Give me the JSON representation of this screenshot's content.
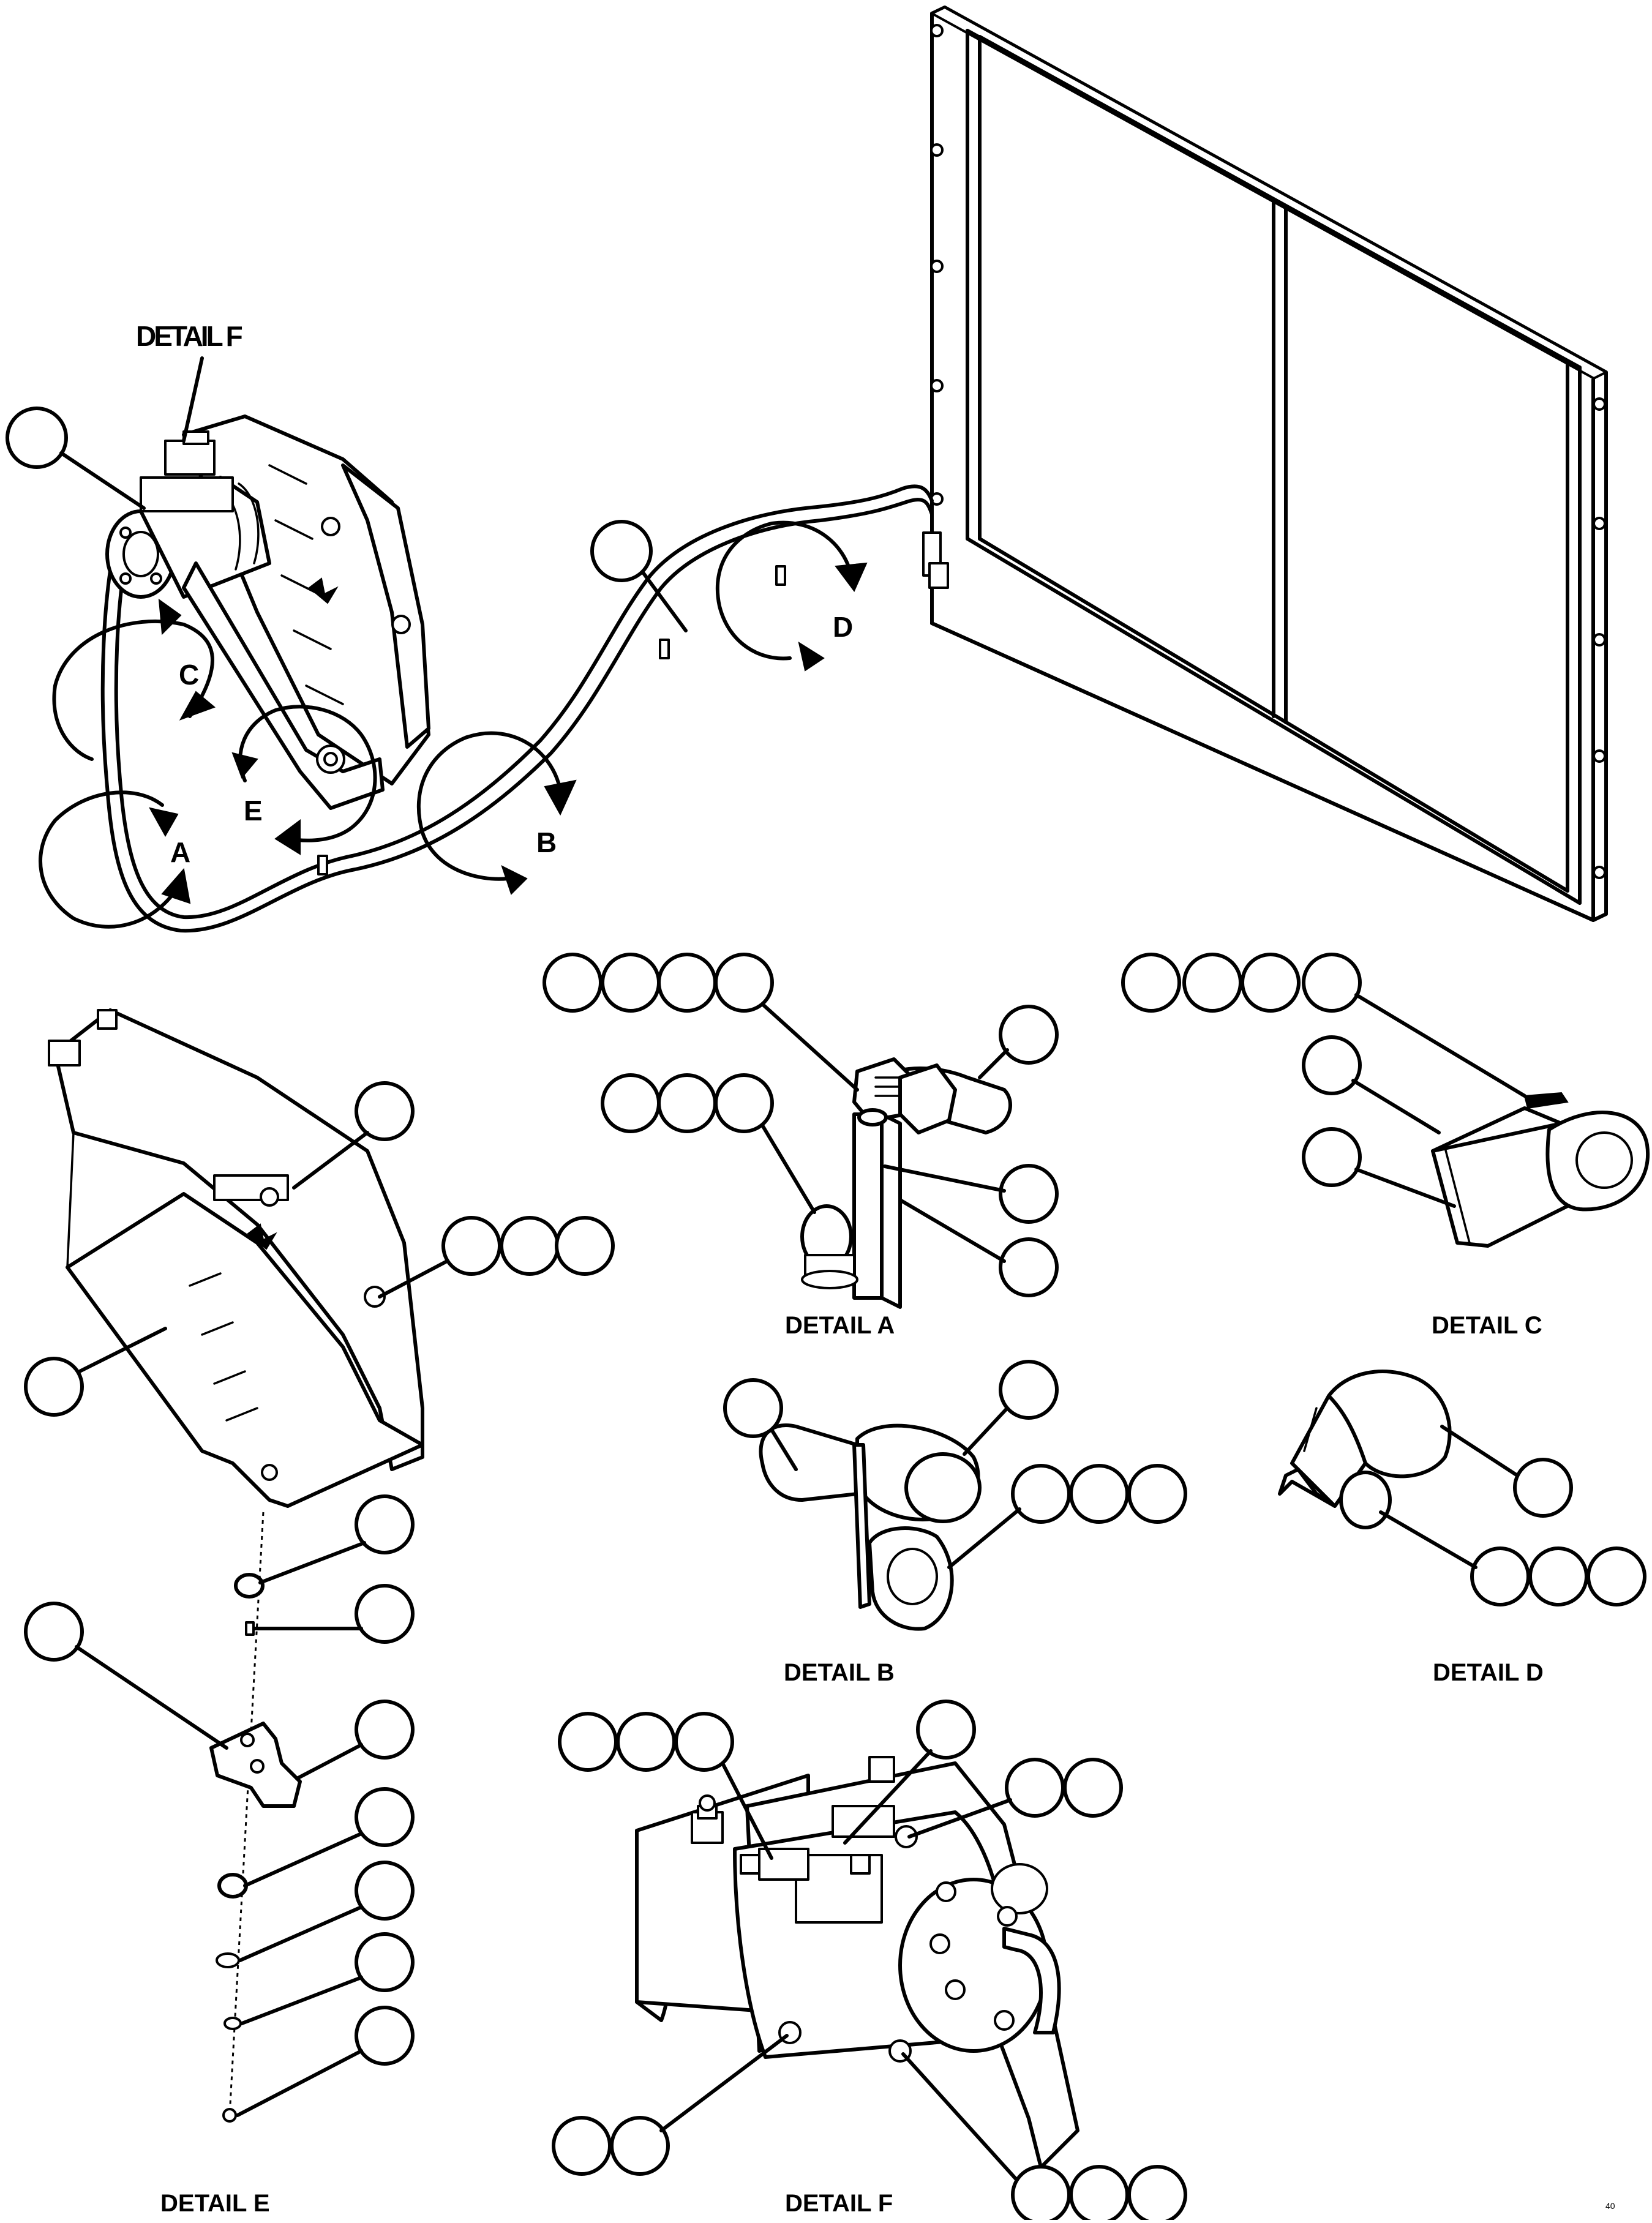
{
  "labels": {
    "detail_f_pointer": "DETAIL F",
    "detail_a": "DETAIL A",
    "detail_b": "DETAIL B",
    "detail_c": "DETAIL C",
    "detail_d": "DETAIL D",
    "detail_e": "DETAIL E",
    "detail_f": "DETAIL F"
  },
  "view_markers": {
    "a": "A",
    "b": "B",
    "c": "C",
    "d": "D",
    "e": "E"
  },
  "drawing_number": "40"
}
